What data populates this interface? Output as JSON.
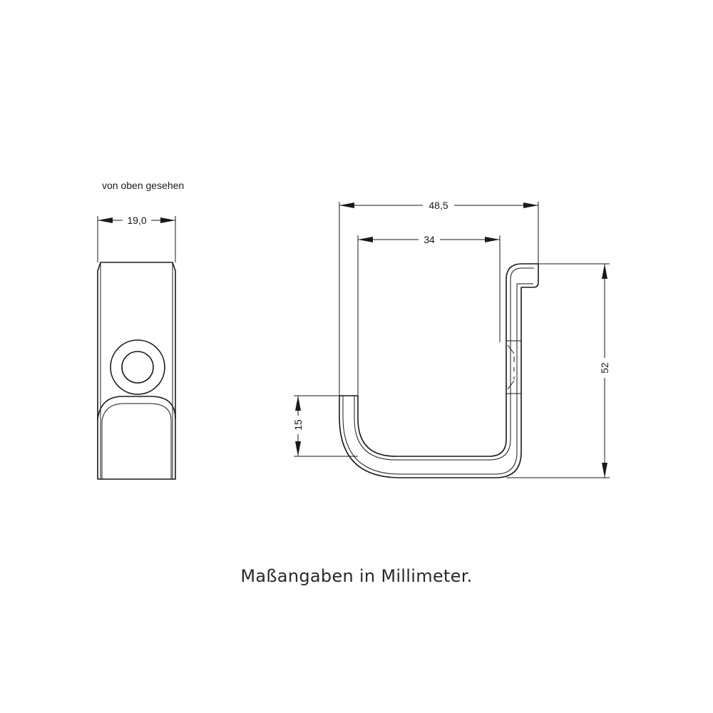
{
  "top_view": {
    "label": "von oben gesehen",
    "width_dimension": "19,0"
  },
  "side_view": {
    "outer_width_dimension": "48,5",
    "inner_width_dimension": "34",
    "height_dimension": "52",
    "lip_height_dimension": "15"
  },
  "caption": "Maßangaben in Millimeter."
}
